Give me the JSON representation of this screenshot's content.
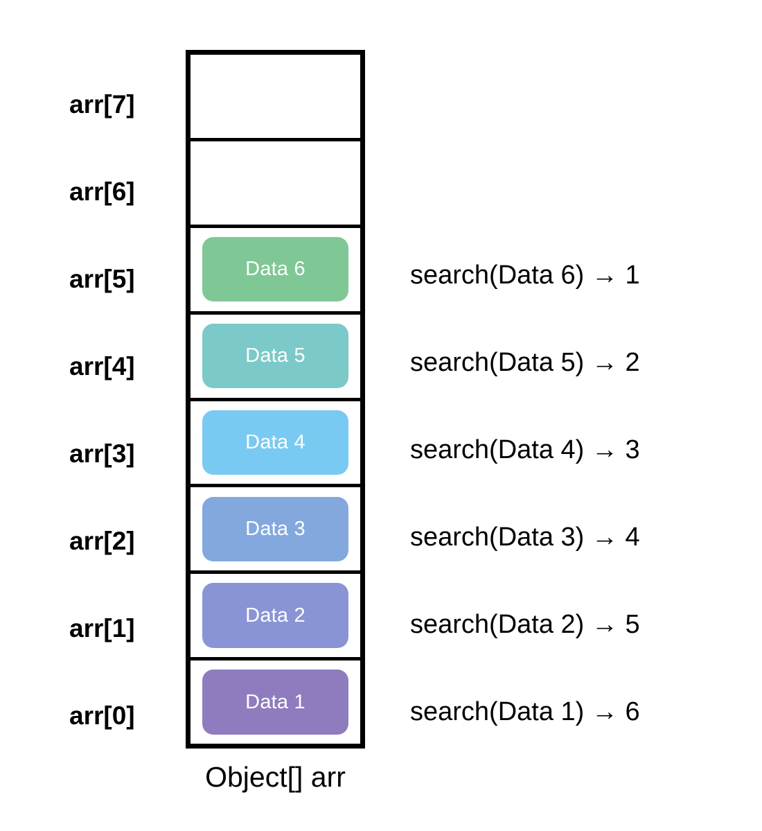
{
  "diagram": {
    "caption": "Object[] arr",
    "array_name": "arr",
    "capacity": 8,
    "cells": [
      {
        "index_label": "arr[7]",
        "value": "",
        "filled": false,
        "color": ""
      },
      {
        "index_label": "arr[6]",
        "value": "",
        "filled": false,
        "color": ""
      },
      {
        "index_label": "arr[5]",
        "value": "Data 6",
        "filled": true,
        "color": "#7FC795"
      },
      {
        "index_label": "arr[4]",
        "value": "Data 5",
        "filled": true,
        "color": "#7BC9C8"
      },
      {
        "index_label": "arr[3]",
        "value": "Data 4",
        "filled": true,
        "color": "#78CAF2"
      },
      {
        "index_label": "arr[2]",
        "value": "Data 3",
        "filled": true,
        "color": "#82A8DE"
      },
      {
        "index_label": "arr[1]",
        "value": "Data 2",
        "filled": true,
        "color": "#8994D6"
      },
      {
        "index_label": "arr[0]",
        "value": "Data 1",
        "filled": true,
        "color": "#8E7CBE"
      }
    ],
    "annotations": [
      {
        "text": "search(Data 6) → 1",
        "target_index_label": "arr[5]",
        "steps": 1
      },
      {
        "text": "search(Data 5) → 2",
        "target_index_label": "arr[4]",
        "steps": 2
      },
      {
        "text": "search(Data 4) → 3",
        "target_index_label": "arr[3]",
        "steps": 3
      },
      {
        "text": "search(Data 3) → 4",
        "target_index_label": "arr[2]",
        "steps": 4
      },
      {
        "text": "search(Data 2) → 5",
        "target_index_label": "arr[1]",
        "steps": 5
      },
      {
        "text": "search(Data 1) → 6",
        "target_index_label": "arr[0]",
        "steps": 6
      }
    ],
    "colors": {
      "border": "#000000",
      "background": "#FFFFFF",
      "pill_text": "#FFFFFF",
      "label_text": "#000000"
    }
  }
}
